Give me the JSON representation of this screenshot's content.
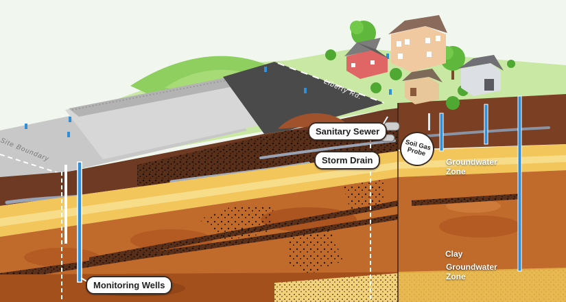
{
  "labels": {
    "sanitary_sewer": "Sanitary Sewer",
    "storm_drain": "Storm Drain",
    "soil_gas_probe_line1": "Soil Gas",
    "soil_gas_probe_line2": "Probe",
    "monitoring_wells": "Monitoring Wells",
    "groundwater_zone_upper_line1": "Groundwater",
    "groundwater_zone_upper_line2": "Zone",
    "clay": "Clay",
    "groundwater_zone_lower_line1": "Groundwater",
    "groundwater_zone_lower_line2": "Zone",
    "road_name": "Liberty Rd.",
    "site_boundary": "Site Boundary"
  },
  "colors": {
    "background": "#f1f7ee",
    "road": "#4a4a4a",
    "parking": "#c9c9c9",
    "grass": "#a9d96f",
    "hill": "#8fcf60",
    "topsoil": "#8a4a2e",
    "groundwater_band": "#f2c65a",
    "clay": "#c06a2c",
    "deep_clay": "#a4501d",
    "well": "#2f8fd8"
  }
}
